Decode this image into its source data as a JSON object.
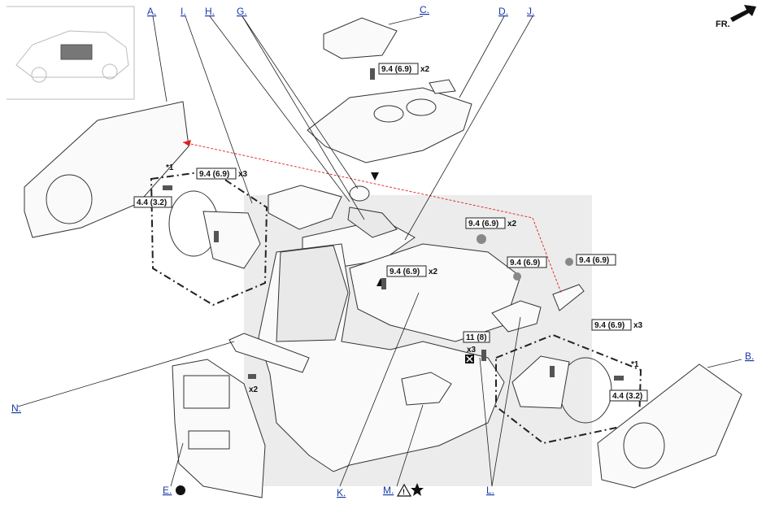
{
  "diagram": {
    "direction_label": "FR.",
    "callouts": {
      "A": "A.",
      "B": "B.",
      "C": "C.",
      "D": "D.",
      "E": "E.",
      "G": "G.",
      "H": "H.",
      "I": "I.",
      "J": "J.",
      "K": "K.",
      "L": "L.",
      "M": "M.",
      "N": "N."
    },
    "torques": {
      "top_center": "9.4 (6.9)",
      "left_speaker": "9.4 (6.9)",
      "left_small": "4.4 (3.2)",
      "mid_right_a": "9.4 (6.9)",
      "mid_right_b": "9.4 (6.9)",
      "far_right": "9.4 (6.9)",
      "center_bracket": "9.4 (6.9)",
      "eleven": "11 (8)",
      "right_speaker": "9.4 (6.9)",
      "right_small": "4.4 (3.2)"
    },
    "multipliers": {
      "x2_top": "x2",
      "x3_left": "x3",
      "x2_mid": "x2",
      "x2_center": "x2",
      "x3_eleven": "x3",
      "x3_right": "x3",
      "x2_bottom": "x2"
    },
    "notes": {
      "left_box": "*1",
      "right_box": "*1"
    },
    "symbols": {
      "dot": "filled-circle-icon",
      "warning": "warning-triangle-icon",
      "star": "star-icon",
      "no_reuse": "x-box-icon"
    }
  }
}
